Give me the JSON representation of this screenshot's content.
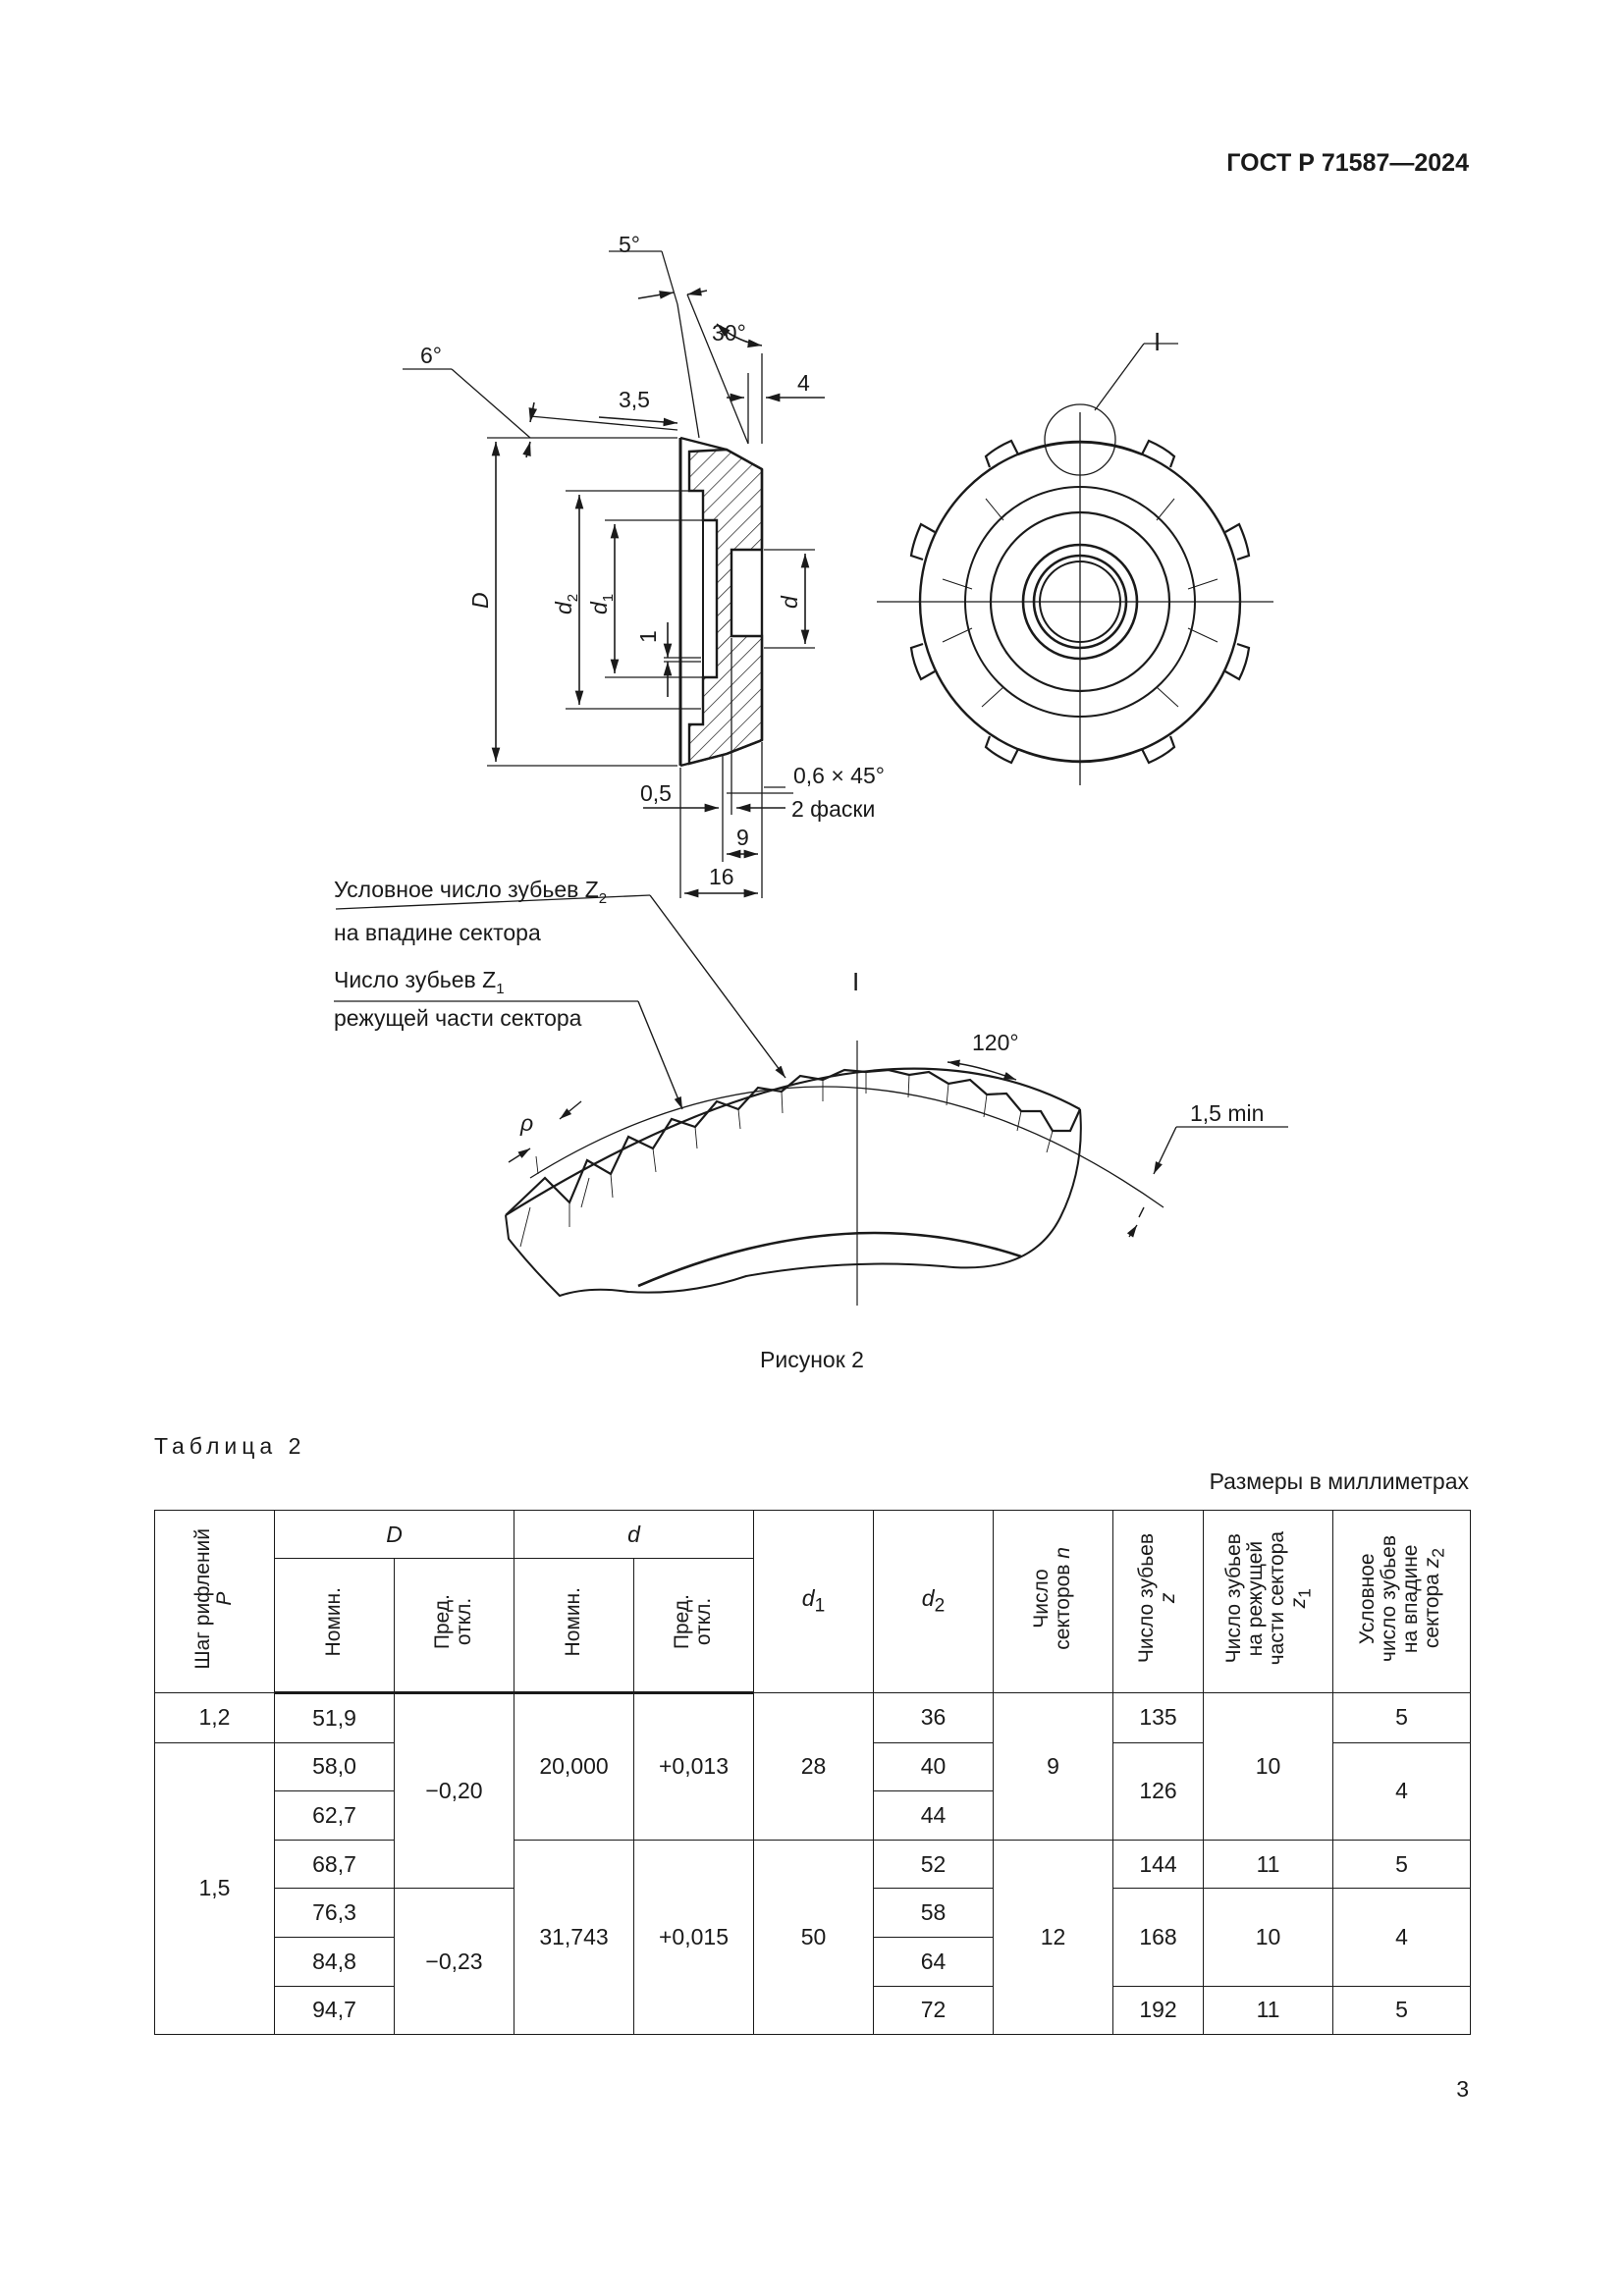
{
  "header": {
    "doc_code": "ГОСТ Р 71587—2024"
  },
  "figure": {
    "dims": {
      "angle_5": "5°",
      "angle_6": "6°",
      "angle_30": "30°",
      "dim_3_5": "3,5",
      "dim_4": "4",
      "D": "D",
      "d2": "d",
      "d2_sub": "2",
      "d1": "d",
      "d1_sub": "1",
      "d": "d",
      "dim_1": "1",
      "dim_0_5": "0,5",
      "chamfer": "0,6 × 45°",
      "chamfer_count": "2 фаски",
      "dim_9": "9",
      "dim_16": "16",
      "detail_mark": "I",
      "detail_title": "I",
      "angle_120": "120°",
      "min_1_5": "1,5 min",
      "rho": "ρ"
    },
    "labels": {
      "z2_line1": "Условное число зубьев Z",
      "z2_sub": "2",
      "z2_line2": "на впадине сектора",
      "z1_line1": "Число зубьев Z",
      "z1_sub": "1",
      "z1_line2": "режущей части сектора"
    },
    "caption": "Рисунок 2"
  },
  "table": {
    "title": "Таблица 2",
    "units": "Размеры в миллиметрах",
    "headers": {
      "pitch": "Шаг рифлений",
      "pitch_sym": "P",
      "D": "D",
      "d": "d",
      "nom": "Номин.",
      "tol": "Пред.\nоткл.",
      "d1": "d",
      "d1_sub": "1",
      "d2": "d",
      "d2_sub": "2",
      "sectors": "Число\nсекторов",
      "sectors_sym": "n",
      "teeth": "Число зубьев",
      "teeth_sym": "z",
      "z1": "Число зубьев\nна режущей\nчасти сектора",
      "z1_sym": "z",
      "z1_sub": "1",
      "z2": "Условное\nчисло зубьев\nна впадине\nсектора",
      "z2_sym": "z",
      "z2_sub": "2"
    },
    "cells": {
      "p1": "1,2",
      "p2": "1,5",
      "D1": "51,9",
      "D2": "58,0",
      "D3": "62,7",
      "D4": "68,7",
      "D5": "76,3",
      "D6": "84,8",
      "D7": "94,7",
      "Dtol1": "−0,20",
      "Dtol2": "−0,23",
      "dnom1": "20,000",
      "dtol1": "+0,013",
      "dnom2": "31,743",
      "dtol2": "+0,015",
      "d1_1": "28",
      "d1_2": "50",
      "d2_1": "36",
      "d2_2": "40",
      "d2_3": "44",
      "d2_4": "52",
      "d2_5": "58",
      "d2_6": "64",
      "d2_7": "72",
      "n1": "9",
      "n2": "12",
      "z_1": "135",
      "z_2": "126",
      "z_3": "144",
      "z_4": "168",
      "z_5": "192",
      "z1_1": "10",
      "z1_2": "11",
      "z1_3": "10",
      "z1_4": "11",
      "z2_1": "5",
      "z2_2": "4",
      "z2_3": "5",
      "z2_4": "4",
      "z2_5": "5"
    }
  },
  "page_number": "3"
}
